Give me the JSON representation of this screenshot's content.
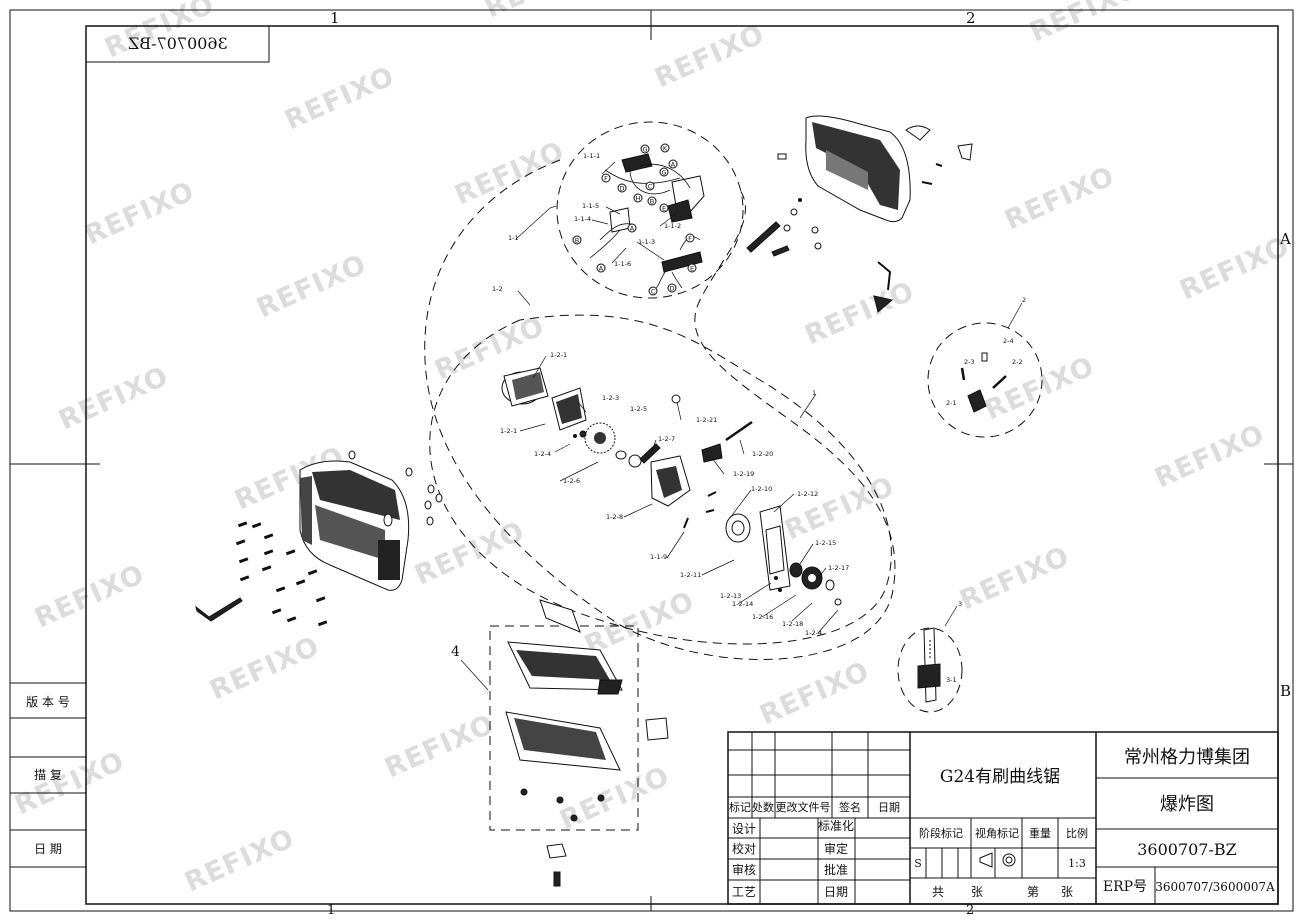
{
  "drawing_number_mirrored": "3600707-BZ",
  "zone_markers": {
    "top": [
      "1",
      "2"
    ],
    "bottom": [
      "1",
      "2"
    ],
    "right": [
      "A",
      "B"
    ]
  },
  "left_panel": {
    "version_label": "版 本 号",
    "trace_label": "描 复",
    "date_label": "日 期"
  },
  "watermark": "REFIXO",
  "callouts": {
    "c1": "1",
    "c1_1": "1-1",
    "c1_1_1": "1-1-1",
    "c1_1_2": "1-1-2",
    "c1_1_3": "1-1-3",
    "c1_1_4": "1-1-4",
    "c1_1_5": "1-1-5",
    "c1_1_6": "1-1-6",
    "c1_1_9": "1-1-9",
    "c1_2": "1-2",
    "c1_2_1a": "1-2-1",
    "c1_2_1b": "1-2-1",
    "c1_2_3": "1-2-3",
    "c1_2_4a": "1-2-4",
    "c1_2_4b": "1-2-4",
    "c1_2_5": "1-2-5",
    "c1_2_6": "1-2-6",
    "c1_2_7": "1-2-7",
    "c1_2_8": "1-2-8",
    "c1_2_10": "1-2-10",
    "c1_2_11": "1-2-11",
    "c1_2_12": "1-2-12",
    "c1_2_13": "1-2-13",
    "c1_2_14": "1-2-14",
    "c1_2_15": "1-2-15",
    "c1_2_16": "1-2-16",
    "c1_2_17": "1-2-17",
    "c1_2_18": "1-2-18",
    "c1_2_19": "1-2-19",
    "c1_2_20": "1-2-20",
    "c1_2_21": "1-2-21",
    "c2": "2",
    "c2_1": "2-1",
    "c2_2": "2-2",
    "c2_3": "2-3",
    "c2_4": "2-4",
    "c3": "3",
    "c3_1": "3-1",
    "c4": "4"
  },
  "wire_letters": [
    "G",
    "K",
    "F",
    "D",
    "H",
    "C",
    "A",
    "G",
    "E",
    "B",
    "A",
    "B",
    "A",
    "F",
    "E",
    "C",
    "D"
  ],
  "title_block": {
    "rev_headers": [
      "标记",
      "处数",
      "更改文件号",
      "签名",
      "日期"
    ],
    "sign_rows": [
      {
        "left": "设计",
        "right": "标准化"
      },
      {
        "left": "校对",
        "right": "审定"
      },
      {
        "left": "审核",
        "right": "批准"
      },
      {
        "left": "工艺",
        "right": "日期"
      }
    ],
    "product_name": "G24有刷曲线锯",
    "company": "常州格力博集团",
    "drawing_title": "爆炸图",
    "stage_mark_label": "阶段标记",
    "view_mark_label": "视角标记",
    "weight_label": "重量",
    "scale_label": "比例",
    "stage_value": "S",
    "scale_value": "1:3",
    "total_sheets_label": "共",
    "sheet_unit_a": "张",
    "sheet_no_label": "第",
    "sheet_unit_b": "张",
    "drawing_number": "3600707-BZ",
    "erp_label": "ERP号",
    "erp_value": "3600707/3600007A"
  }
}
